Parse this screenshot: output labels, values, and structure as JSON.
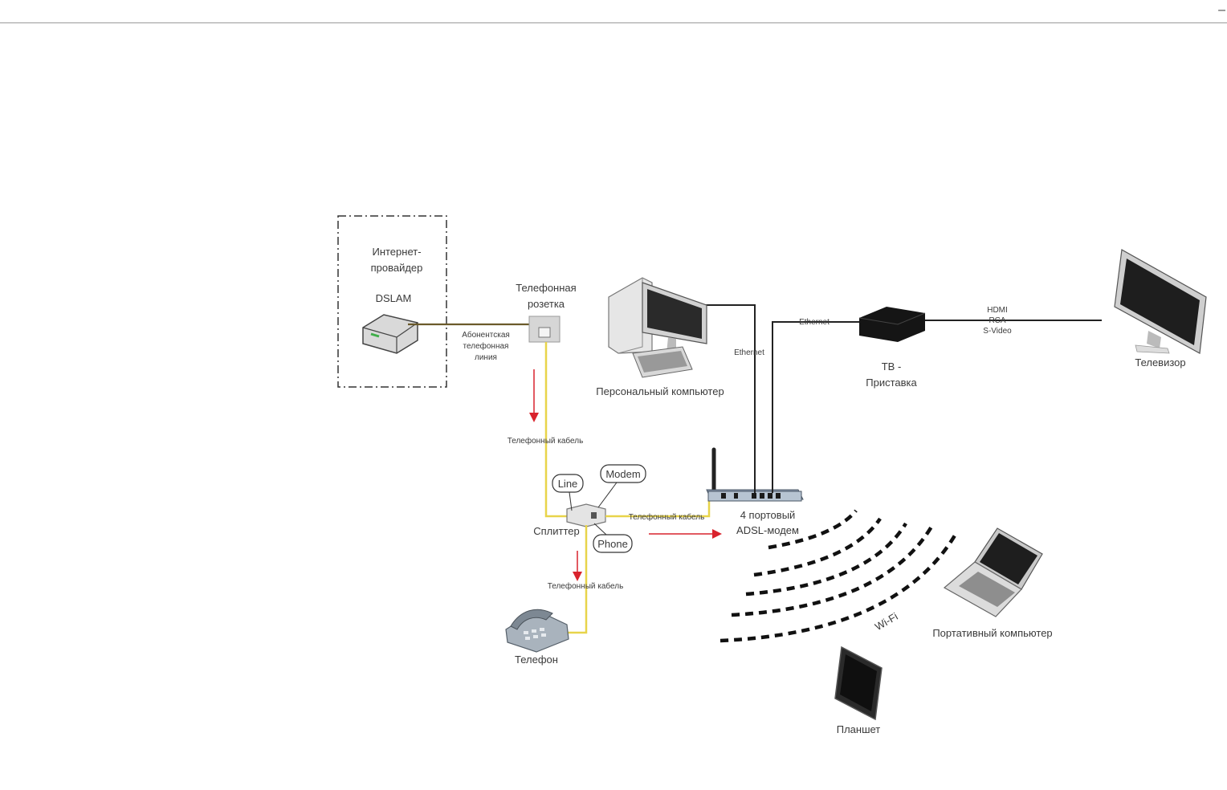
{
  "window": {
    "minimize_glyph": "–"
  },
  "isp": {
    "title_line1": "Интернет-",
    "title_line2": "провайдер",
    "dslam": "DSLAM"
  },
  "line_label": [
    "Абонентская",
    "телефонная",
    "линия"
  ],
  "socket": {
    "line1": "Телефонная",
    "line2": "розетка"
  },
  "cables": {
    "phone_cable_upper": "Телефонный кабель",
    "phone_cable_mid": "Телефонный кабель",
    "phone_cable_lower": "Телефонный кабель"
  },
  "splitter": {
    "label": "Сплиттер",
    "port_line": "Line",
    "port_modem": "Modem",
    "port_phone": "Phone"
  },
  "phone": {
    "label": "Телефон"
  },
  "modem": {
    "line1": "4 портовый",
    "line2": "ADSL-модем"
  },
  "pc": {
    "label": "Персональный компьютер",
    "ethernet": "Ethernet"
  },
  "stb": {
    "line1": "ТВ -",
    "line2": "Приставка",
    "ethernet": "Ethernet"
  },
  "tv": {
    "label": "Телевизор",
    "hdmi": "HDMI",
    "rca": "RCA",
    "svideo": "S-Video"
  },
  "wifi": {
    "label": "Wi-Fi"
  },
  "laptop": {
    "label": "Портативный компьютер"
  },
  "tablet": {
    "label": "Планшет"
  },
  "colors": {
    "phone_wire": "#e8d44a",
    "arrow": "#d9232d",
    "ethernet_wire": "#222222",
    "isp_wire": "#6b5a2a"
  }
}
